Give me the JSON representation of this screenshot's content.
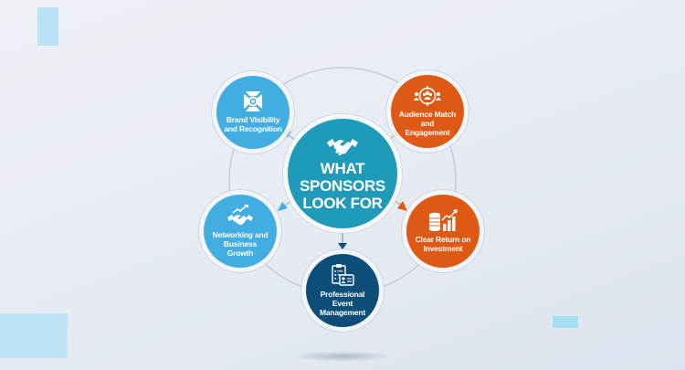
{
  "diagram": {
    "type": "radial-hub-and-spoke",
    "center": {
      "title": "WHAT\nSPONSORS\nLOOK FOR",
      "icon": "handshake-icon",
      "color": "#1f9ab8"
    },
    "nodes": [
      {
        "id": "brand",
        "label": "Brand Visibility and Recognition",
        "icon": "spotlight-icon",
        "color": "#41ade0",
        "position": "top-left"
      },
      {
        "id": "audience",
        "label": "Audience Match and Engagement",
        "icon": "audience-target-icon",
        "color": "#de5a14",
        "position": "top-right"
      },
      {
        "id": "networking",
        "label": "Networking and Business Growth",
        "icon": "handshake-growth-icon",
        "color": "#41ade0",
        "position": "middle-left"
      },
      {
        "id": "roi",
        "label": "Clear Return on Investment",
        "icon": "coins-chart-icon",
        "color": "#de5a14",
        "position": "middle-right"
      },
      {
        "id": "event",
        "label": "Professional Event Management",
        "icon": "clipboard-badge-icon",
        "color": "#0d4e79",
        "position": "bottom"
      }
    ],
    "edges": [
      {
        "from": "center",
        "to": "brand"
      },
      {
        "from": "center",
        "to": "audience"
      },
      {
        "from": "center",
        "to": "networking"
      },
      {
        "from": "center",
        "to": "roi"
      },
      {
        "from": "center",
        "to": "event"
      }
    ]
  },
  "colors": {
    "ring": "#c9ced6",
    "arrow_blue": "#41ade0",
    "arrow_orange": "#de5a14",
    "arrow_navy": "#0d4e79",
    "decor": "#b9e3f4"
  }
}
